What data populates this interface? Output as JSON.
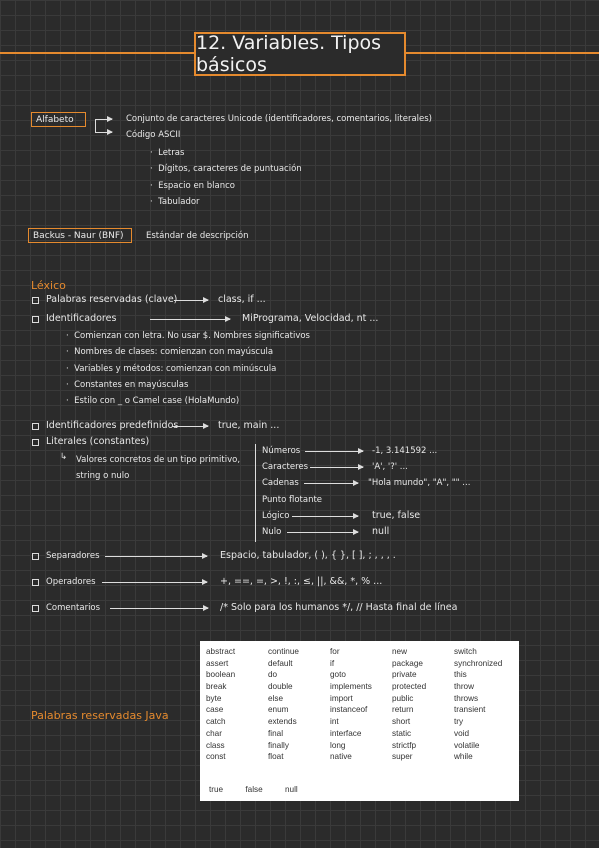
{
  "title": "12. Variables. Tipos básicos",
  "alfabeto": {
    "label": "Alfabeto",
    "items": [
      "Conjunto de caracteres Unicode (identificadores, comentarios, literales)",
      "Código ASCII"
    ],
    "ascii_items": [
      "Letras",
      "Dígitos, caracteres de puntuación",
      "Espacio en blanco",
      "Tabulador"
    ]
  },
  "bnf": {
    "label": "Backus - Naur (BNF)",
    "desc": "Estándar de descripción"
  },
  "lexico": {
    "heading": "Léxico",
    "palabras": {
      "label": "Palabras reservadas (clave)",
      "value": "class, if ..."
    },
    "identificadores": {
      "label": "Identificadores",
      "value": "MiPrograma, Velocidad, nt ...",
      "rules": [
        "Comienzan con letra. No usar $. Nombres significativos",
        "Nombres de clases: comienzan con mayúscula",
        "Variables y métodos: comienzan con minúscula",
        "Constantes en mayúsculas",
        "Estilo con _ o Camel case (HolaMundo)"
      ]
    },
    "predefinidos": {
      "label": "Identificadores predefinidos",
      "value": "true, main ..."
    },
    "literales": {
      "label": "Literales (constantes)",
      "note1": "Valores concretos de un tipo primitivo,",
      "note2": "string o nulo",
      "types": [
        {
          "name": "Números",
          "value": "-1, 3.141592 ..."
        },
        {
          "name": "Caracteres",
          "value": "'A', '?' ..."
        },
        {
          "name": "Cadenas",
          "value": "\"Hola mundo\", \"A\", \"\" ..."
        },
        {
          "name": "Punto flotante",
          "value": ""
        },
        {
          "name": "Lógico",
          "value": "true, false"
        },
        {
          "name": "Nulo",
          "value": "null"
        }
      ]
    },
    "separadores": {
      "label": "Separadores",
      "value": "Espacio, tabulador, ( ), { }, [ ], ; , , , ."
    },
    "operadores": {
      "label": "Operadores",
      "value": "+, ==, =, >, !, :, ≤, ||, &&, *, % ..."
    },
    "comentarios": {
      "label": "Comentarios",
      "value": "/* Solo para los humanos */, // Hasta final de línea"
    }
  },
  "java_keywords": {
    "heading": "Palabras reservadas Java",
    "columns": [
      [
        "abstract",
        "assert",
        "boolean",
        "break",
        "byte",
        "case",
        "catch",
        "char",
        "class",
        "const"
      ],
      [
        "continue",
        "default",
        "do",
        "double",
        "else",
        "enum",
        "extends",
        "final",
        "finally",
        "float"
      ],
      [
        "for",
        "if",
        "goto",
        "implements",
        "import",
        "instanceof",
        "int",
        "interface",
        "long",
        "native"
      ],
      [
        "new",
        "package",
        "private",
        "protected",
        "public",
        "return",
        "short",
        "static",
        "strictfp",
        "super"
      ],
      [
        "switch",
        "synchronized",
        "this",
        "throw",
        "throws",
        "transient",
        "try",
        "void",
        "volatile",
        "while"
      ]
    ],
    "literals": [
      "true",
      "false",
      "null"
    ]
  },
  "colors": {
    "accent": "#e58a2e",
    "background": "#2b2b2b",
    "text": "#e9e9e9"
  }
}
